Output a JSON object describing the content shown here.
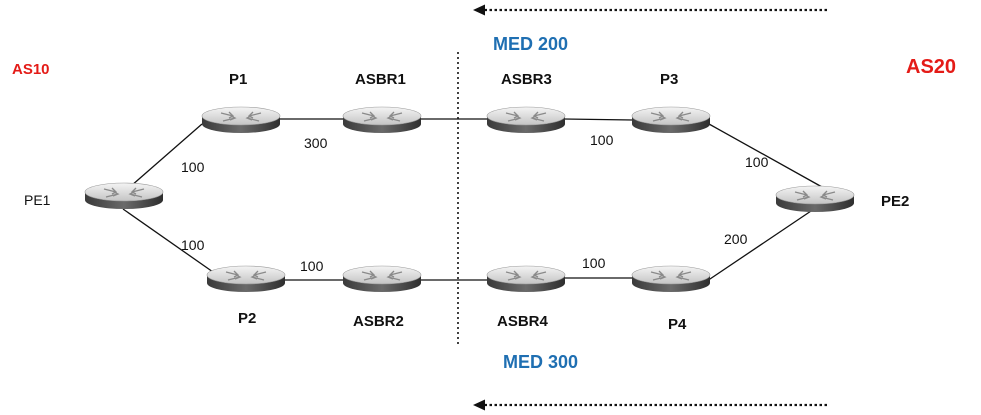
{
  "as_labels": {
    "left": "AS10",
    "right": "AS20"
  },
  "med": {
    "top": "MED 200",
    "bottom": "MED 300"
  },
  "nodes": {
    "pe1": "PE1",
    "p1": "P1",
    "p2": "P2",
    "asbr1": "ASBR1",
    "asbr2": "ASBR2",
    "asbr3": "ASBR3",
    "asbr4": "ASBR4",
    "p3": "P3",
    "p4": "P4",
    "pe2": "PE2"
  },
  "links": {
    "pe1_p1": "100",
    "p1_asbr1": "300",
    "pe1_p2": "100",
    "p2_asbr2": "100",
    "asbr3_p3": "100",
    "p3_pe2": "100",
    "asbr4_p4": "100",
    "p4_pe2": "200"
  },
  "colors": {
    "as_label": "#e41b17",
    "med_label": "#1f6fb2"
  },
  "icons": {
    "router": "router-icon",
    "arrow": "dotted-left-arrow"
  }
}
